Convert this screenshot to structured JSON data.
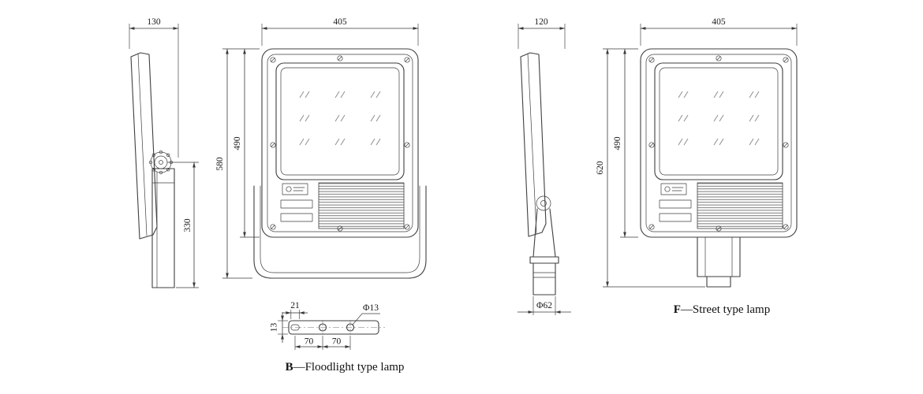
{
  "floodlight": {
    "caption_prefix": "B",
    "caption_text": "—Floodlight type lamp",
    "dims": {
      "side_width": "130",
      "front_width": "405",
      "body_height": "490",
      "total_height": "580",
      "arm_length": "330"
    },
    "bracket_detail": {
      "slot_length": "21",
      "hole_diameter": "Φ13",
      "spacing_left": "70",
      "spacing_right": "70",
      "thickness": "13"
    }
  },
  "street": {
    "caption_prefix": "F",
    "caption_text": "—Street type lamp",
    "dims": {
      "side_width": "120",
      "front_width": "405",
      "body_height": "490",
      "total_height": "620",
      "spigot_diameter": "Φ62"
    }
  },
  "colors": {
    "line": "#3f3f3f",
    "background": "#ffffff"
  }
}
